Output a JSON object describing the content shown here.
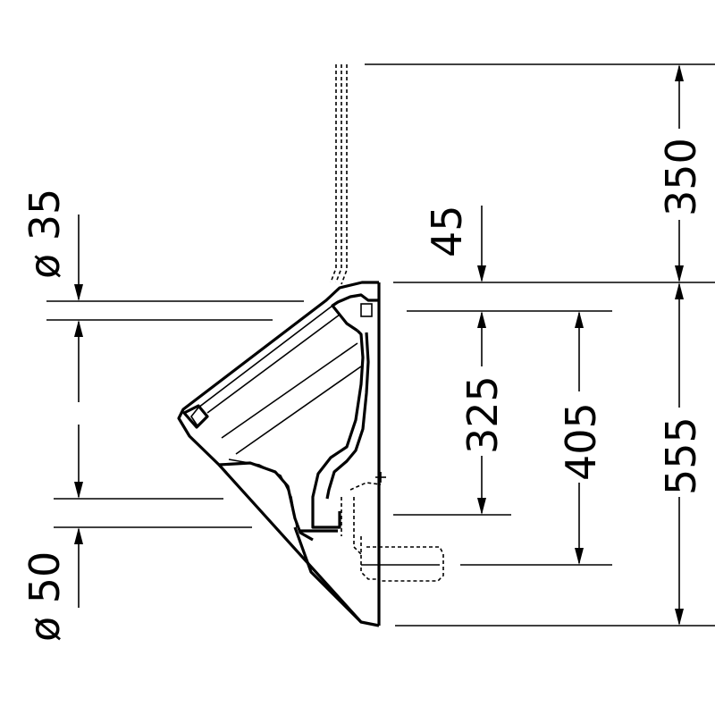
{
  "dimensions": {
    "dia_inlet": "ø 35",
    "dia_outlet": "ø 50",
    "top_height": "350",
    "inlet_offset": "45",
    "trap_height": "325",
    "outlet_height": "405",
    "total_height": "555"
  },
  "colors": {
    "ink": "#000000",
    "background": "#ffffff"
  }
}
